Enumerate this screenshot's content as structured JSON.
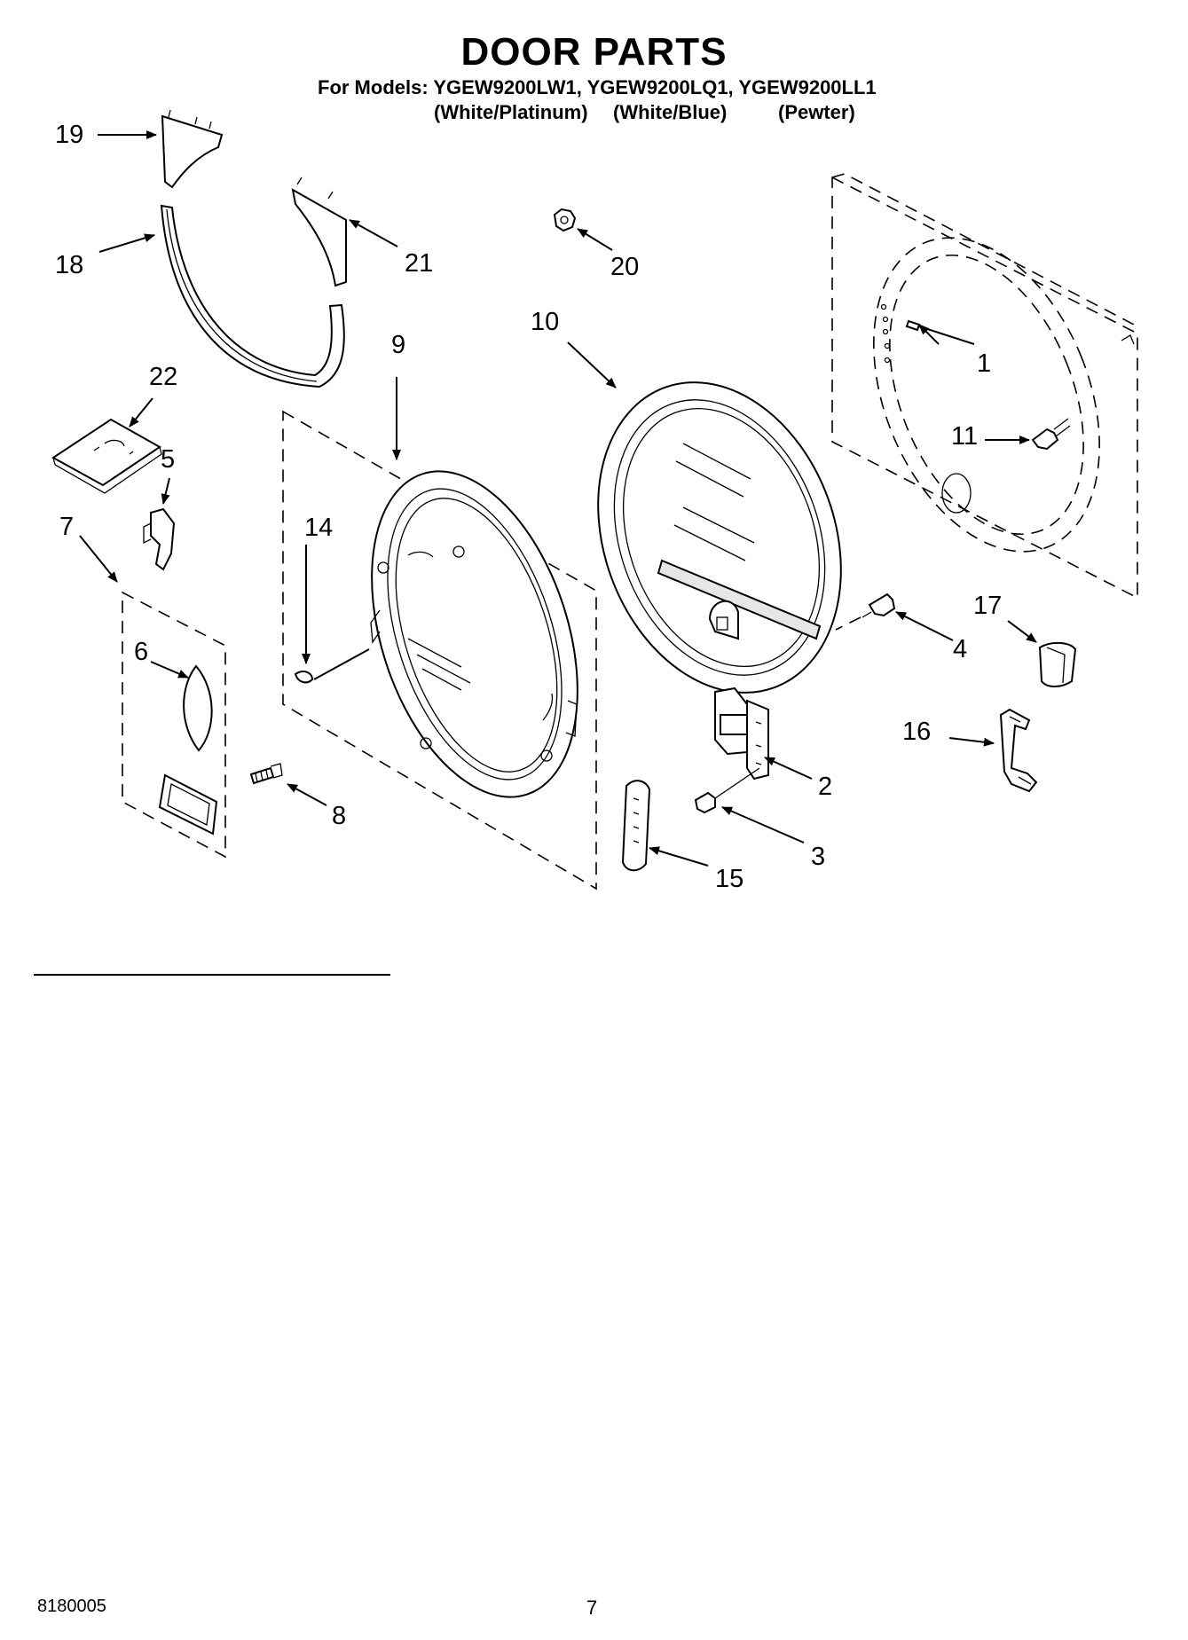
{
  "header": {
    "title": "DOOR PARTS",
    "models_line": "For Models: YGEW9200LW1, YGEW9200LQ1, YGEW9200LL1",
    "colors": [
      "(White/Platinum)",
      "(White/Blue)",
      "(Pewter)"
    ]
  },
  "callouts": [
    "1",
    "2",
    "3",
    "4",
    "5",
    "6",
    "7",
    "8",
    "9",
    "10",
    "11",
    "14",
    "15",
    "16",
    "17",
    "18",
    "19",
    "20",
    "21",
    "22"
  ],
  "footer": {
    "code": "8180005",
    "page_number": "7"
  }
}
